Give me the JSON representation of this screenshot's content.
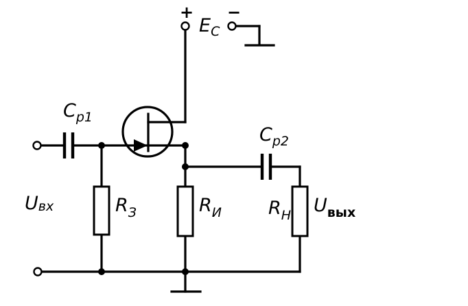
{
  "supply": {
    "plus_sign": "+",
    "minus_sign": "−",
    "symbol": "E",
    "subscript": "C"
  },
  "capacitor_input": {
    "symbol": "C",
    "subscript": "p1"
  },
  "capacitor_output": {
    "symbol": "C",
    "subscript": "p2"
  },
  "resistor_gate": {
    "symbol": "R",
    "subscript": "З"
  },
  "resistor_source": {
    "symbol": "R",
    "subscript": "И"
  },
  "resistor_load": {
    "symbol": "R",
    "subscript": "Н"
  },
  "input_voltage": {
    "symbol": "U",
    "subscript": "вх"
  },
  "output_voltage": {
    "symbol": "U",
    "subscript": "вых"
  }
}
